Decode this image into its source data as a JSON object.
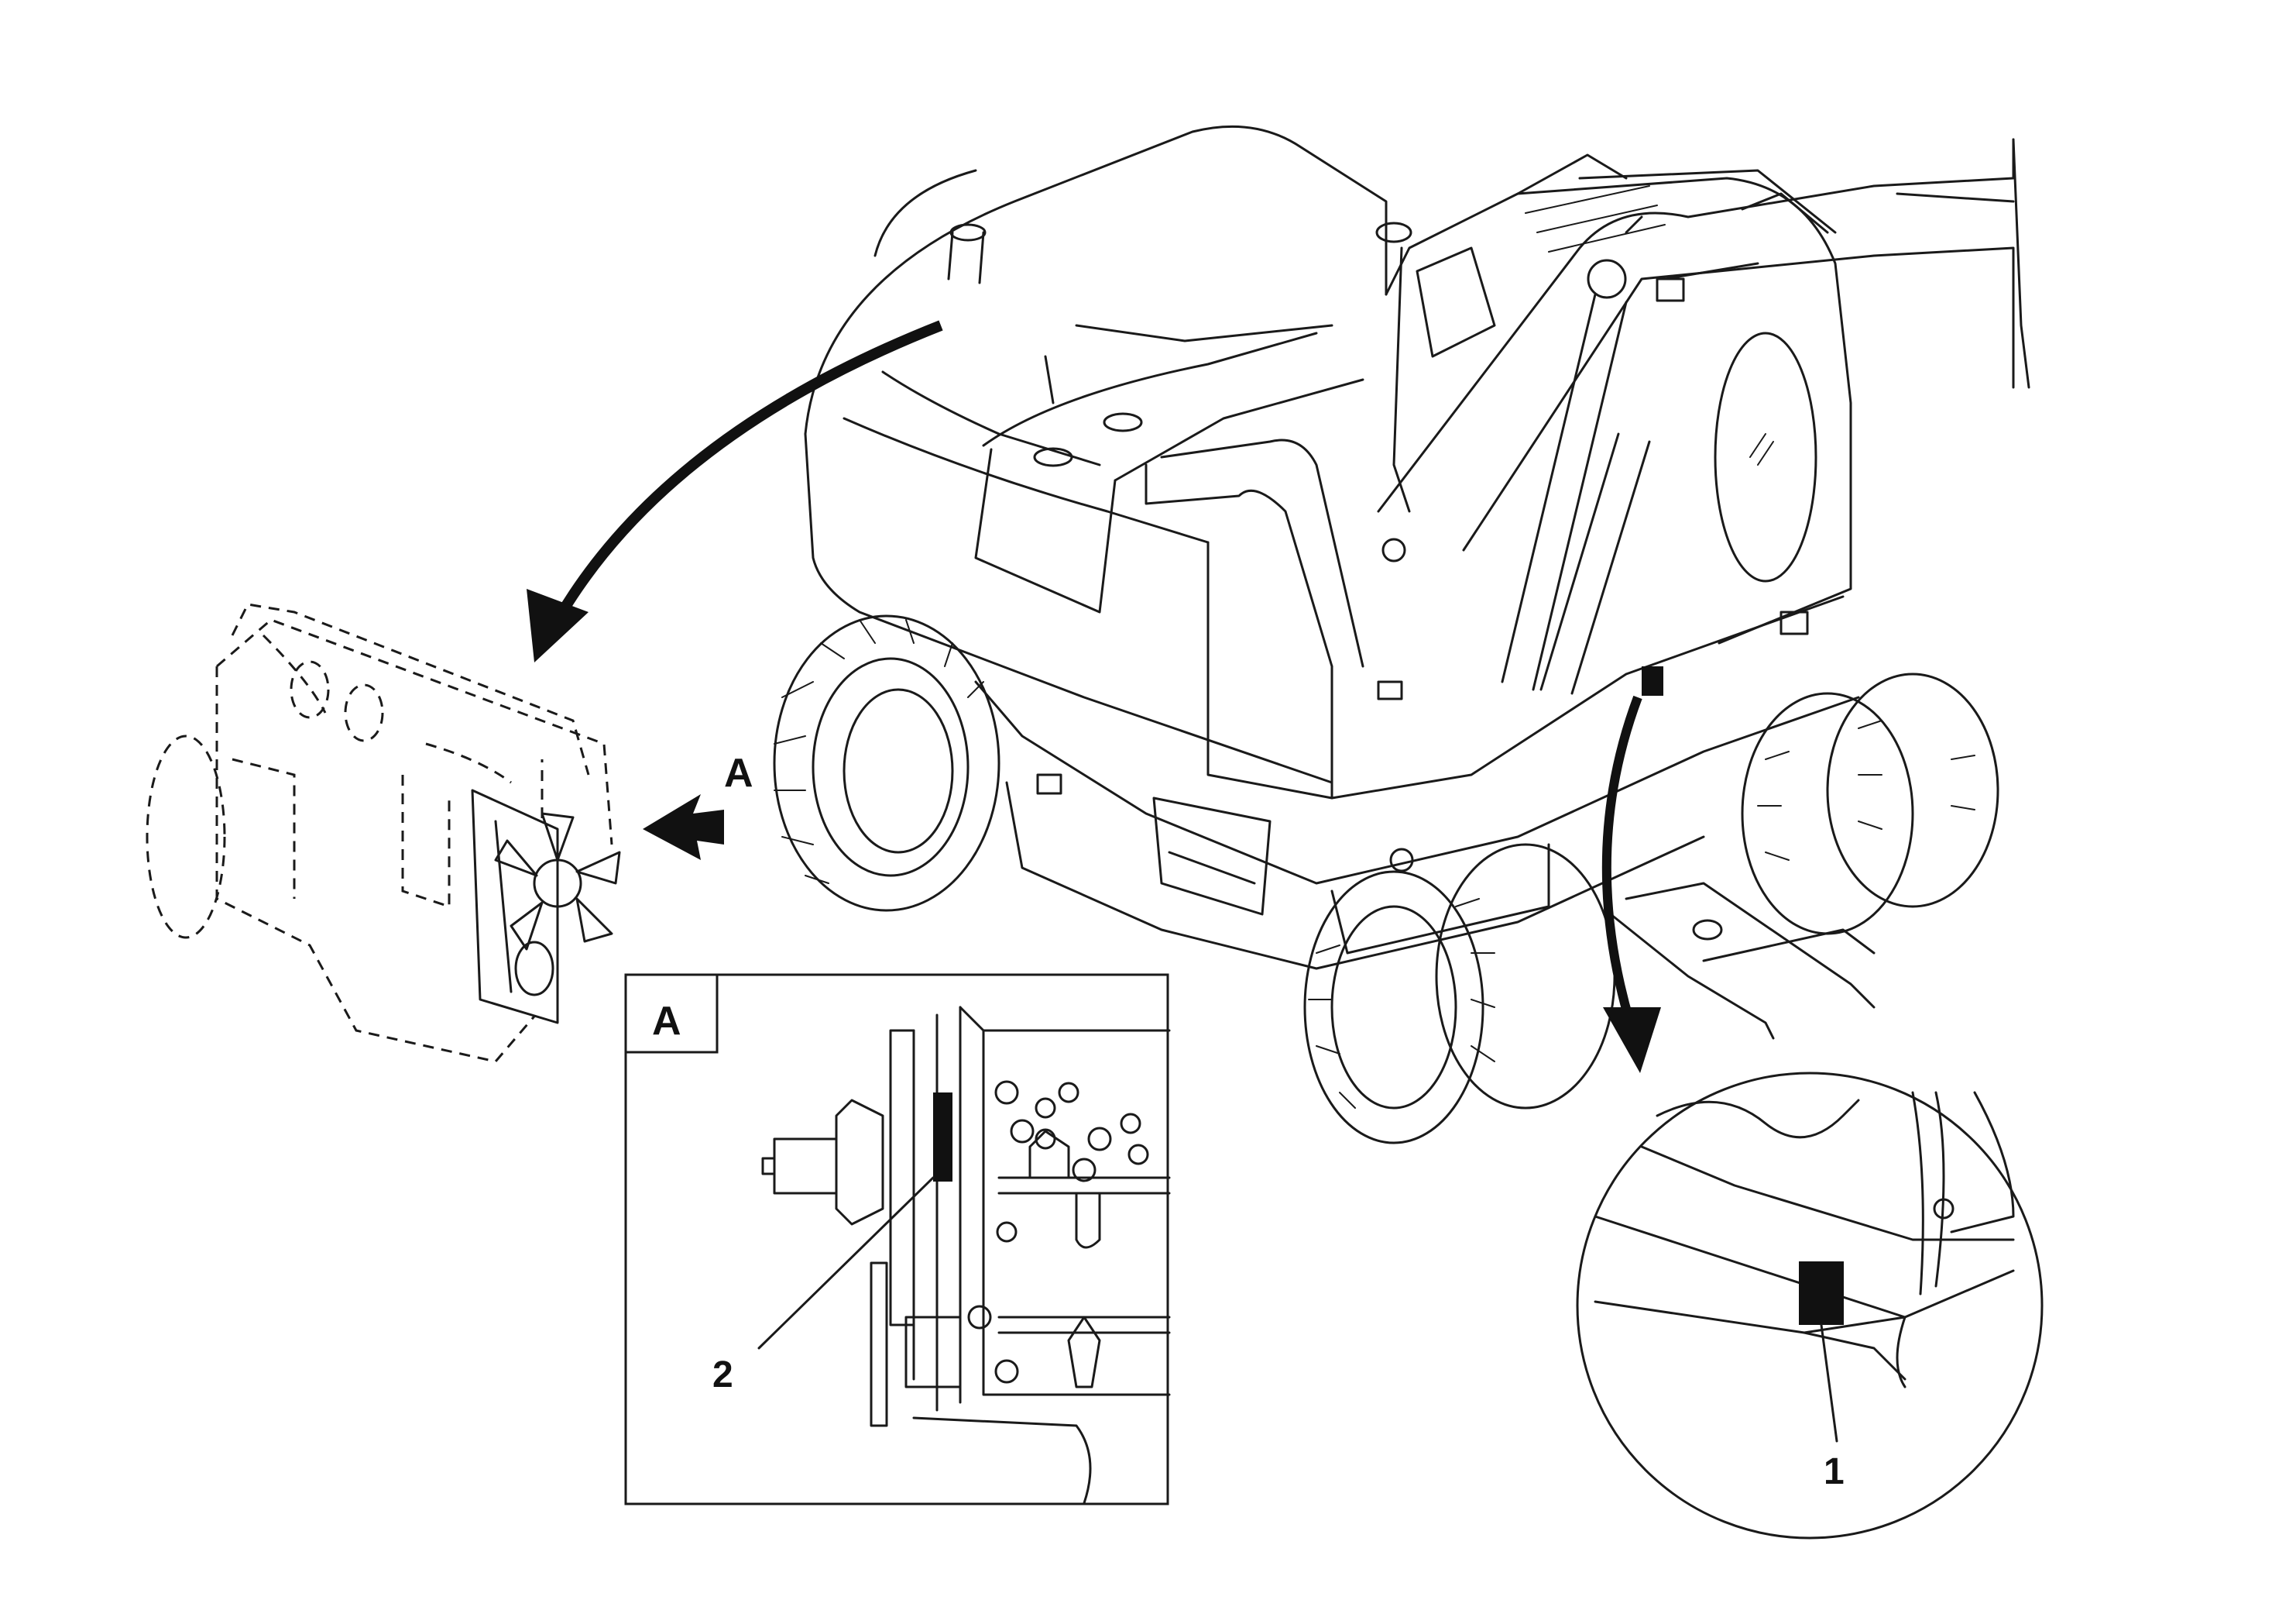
{
  "labels": {
    "view_arrow": "A",
    "detail_view_tag": "A",
    "callout_1": "1",
    "callout_2": "2"
  }
}
